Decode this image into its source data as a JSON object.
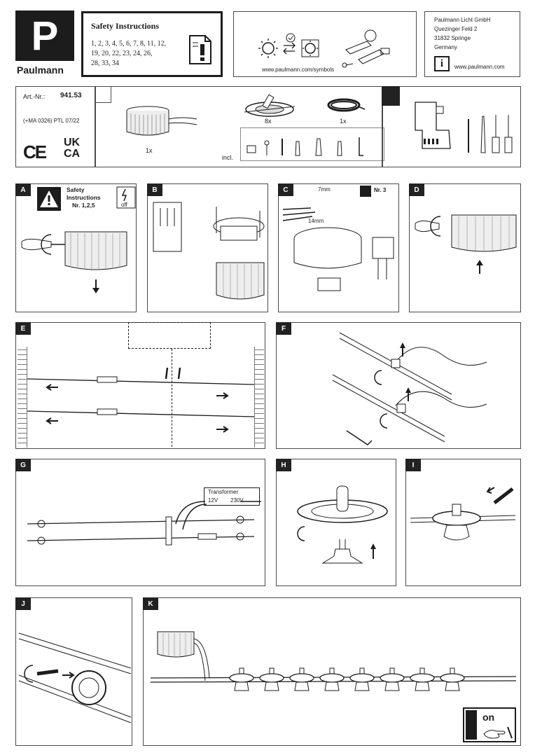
{
  "brand": {
    "name": "Paulmann",
    "logo_letter": "P"
  },
  "safety": {
    "title": "Safety Instructions",
    "pages_line1": "1, 2, 3, 4, 5, 6, 7, 8, 11, 12,",
    "pages_line2": "19, 20, 22, 23, 24, 26,",
    "pages_line3": "28, 33, 34"
  },
  "symbols": {
    "url": "www.paulmann.com/symbols"
  },
  "address": {
    "company": "Paulmann Licht GmbH",
    "street": "Quezinger Feld 2",
    "city": "31832 Springe",
    "country": "Germany",
    "url": "www.paulmann.com"
  },
  "product": {
    "art_label": "Art.-Nr.:",
    "art_number": "941.53",
    "ref": "(+MA 0326) PTL 07/22",
    "ce": "CE",
    "ukca_1": "UK",
    "ukca_2": "CA",
    "qty_transformer": "1x",
    "qty_lights": "8x",
    "qty_cable": "1x",
    "incl": "incl."
  },
  "steps": {
    "A": {
      "label": "A",
      "warn_title_1": "Safety",
      "warn_title_2": "Instructions",
      "warn_ref": "Nr. 1,2,5",
      "off": "off"
    },
    "B": {
      "label": "B"
    },
    "C": {
      "label": "C",
      "dim_strip": "7mm",
      "dim_len": "14mm",
      "ref": "Nr. 3"
    },
    "D": {
      "label": "D"
    },
    "E": {
      "label": "E"
    },
    "F": {
      "label": "F"
    },
    "G": {
      "label": "G",
      "transformer": "Transformer",
      "v12": "12V",
      "v230": "230V"
    },
    "H": {
      "label": "H"
    },
    "I": {
      "label": "I"
    },
    "J": {
      "label": "J"
    },
    "K": {
      "label": "K",
      "on": "on"
    }
  },
  "colors": {
    "frame": "#4a4a4a",
    "ink": "#1c1c1c",
    "fill_dark": "#222222",
    "lamp_shade": "#d9d9d9"
  }
}
